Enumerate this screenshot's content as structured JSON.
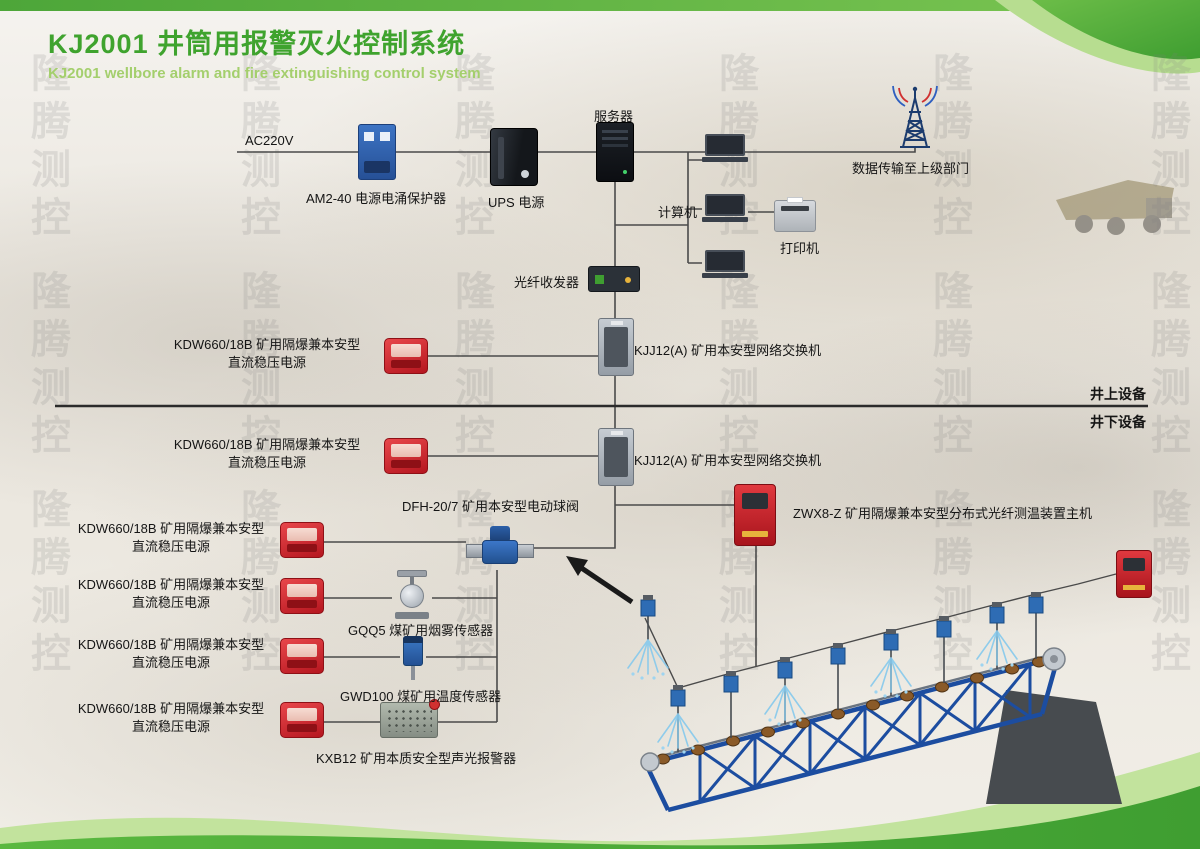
{
  "header": {
    "title": "KJ2001 井筒用报警灭火控制系统",
    "subtitle": "KJ2001 wellbore alarm and fire extinguishing control system"
  },
  "watermark": {
    "text": "隆腾测控"
  },
  "divider": {
    "above": "井上设备",
    "below": "井下设备"
  },
  "devices": {
    "ac220v": {
      "label": "AC220V"
    },
    "surge_protector": {
      "label": "AM2-40 电源电涌保护器"
    },
    "ups": {
      "label": "UPS 电源"
    },
    "server": {
      "label": "服务器"
    },
    "radio_tower": {
      "label": "数据传输至上级部门"
    },
    "computer": {
      "label": "计算机"
    },
    "printer": {
      "label": "打印机"
    },
    "fiber_transceiver": {
      "label": "光纤收发器"
    },
    "network_switch": {
      "label": "KJJ12(A) 矿用本安型网络交换机"
    },
    "dc_power": {
      "label_line1": "KDW660/18B 矿用隔爆兼本安型",
      "label_line2": "直流稳压电源"
    },
    "ball_valve": {
      "label": "DFH-20/7 矿用本安型电动球阀"
    },
    "fiber_temp_host": {
      "label": "ZWX8-Z 矿用隔爆兼本安型分布式光纤测温装置主机"
    },
    "smoke_sensor": {
      "label": "GQQ5 煤矿用烟雾传感器"
    },
    "temp_sensor": {
      "label": "GWD100 煤矿用温度传感器"
    },
    "alarm": {
      "label": "KXB12 矿用本质安全型声光报警器"
    }
  },
  "colors": {
    "brand_green": "#3fa32e",
    "light_green": "#a4cf6d",
    "device_red": "#c11a22",
    "device_blue": "#2e6cb4",
    "truss_blue": "#1c4da0",
    "water_blue": "#85c9ec",
    "line_gray": "#4a4a4a"
  }
}
